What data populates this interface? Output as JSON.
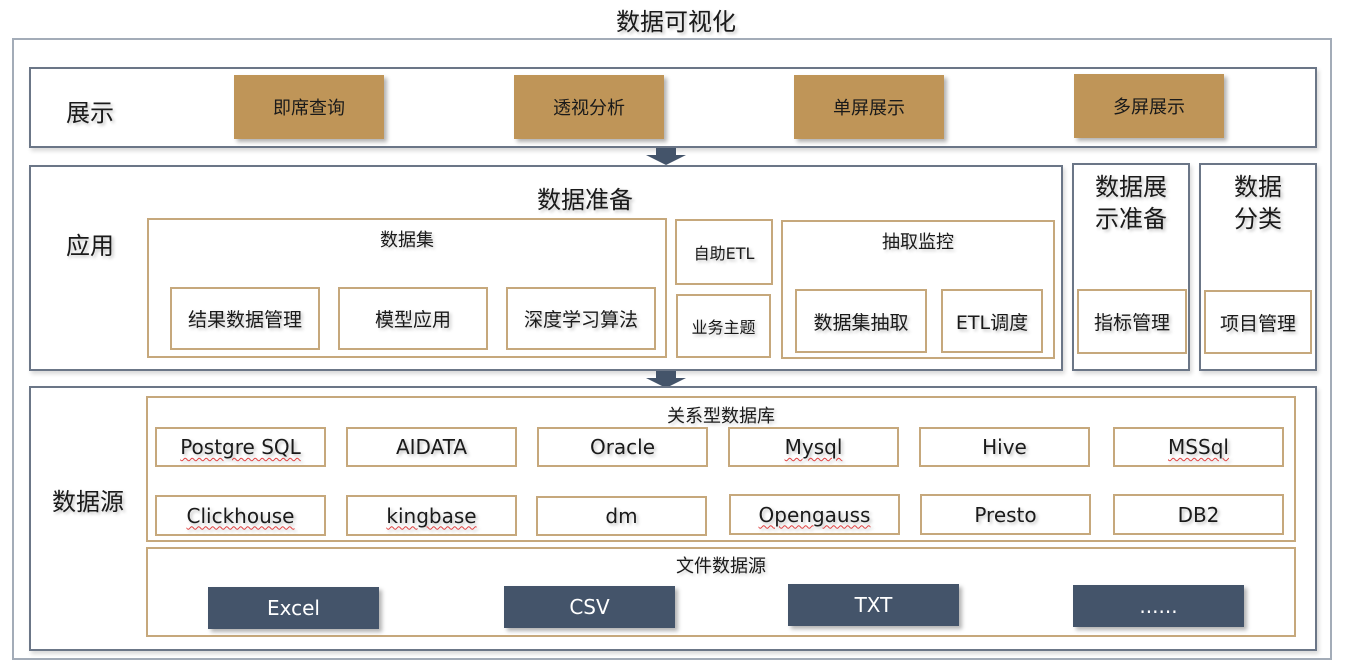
{
  "title": "数据可视化",
  "layers": {
    "display": {
      "label": "展示",
      "buttons": [
        "即席查询",
        "透视分析",
        "单屏展示",
        "多屏展示"
      ]
    },
    "application": {
      "label": "应用",
      "data_prep": {
        "title": "数据准备",
        "dataset": {
          "title": "数据集",
          "items": [
            "结果数据管理",
            "模型应用",
            "深度学习算法"
          ]
        },
        "self_etl": "自助ETL",
        "business_topic": "业务主题",
        "extract_monitor": {
          "title": "抽取监控",
          "items": [
            "数据集抽取",
            "ETL调度"
          ]
        }
      },
      "display_prep": {
        "title_line1": "数据展",
        "title_line2": "示准备",
        "item": "指标管理"
      },
      "classification": {
        "title_line1": "数据",
        "title_line2": "分类",
        "item": "项目管理"
      }
    },
    "datasource": {
      "label": "数据源",
      "relational": {
        "title": "关系型数据库",
        "row1": [
          "Postgre SQL",
          "AIDATA",
          "Oracle",
          "Mysql",
          "Hive",
          "MSSql"
        ],
        "row2": [
          "Clickhouse",
          "kingbase",
          "dm",
          "Opengauss",
          "Presto",
          "DB2"
        ]
      },
      "file": {
        "title": "文件数据源",
        "items": [
          "Excel",
          "CSV",
          "TXT",
          "......"
        ]
      }
    }
  },
  "colors": {
    "gold": "#bf9558",
    "tan_border": "#c6a87c",
    "slate": "#44546a",
    "layer_border": "#6b7687"
  }
}
